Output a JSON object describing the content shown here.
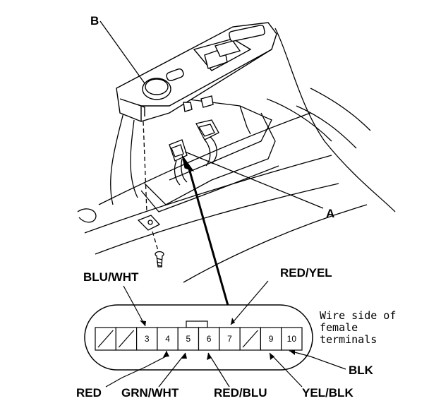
{
  "callouts": {
    "switch": "B",
    "connector": "A"
  },
  "wire_labels": {
    "blu_wht": "BLU/WHT",
    "red_yel": "RED/YEL",
    "red": "RED",
    "grn_wht": "GRN/WHT",
    "red_blu": "RED/BLU",
    "yel_blk": "YEL/BLK",
    "blk": "BLK"
  },
  "connector_pins": [
    "",
    "",
    "3",
    "4",
    "5",
    "6",
    "7",
    "",
    "9",
    "10"
  ],
  "note_lines": [
    "Wire side of",
    "female",
    "terminals"
  ]
}
